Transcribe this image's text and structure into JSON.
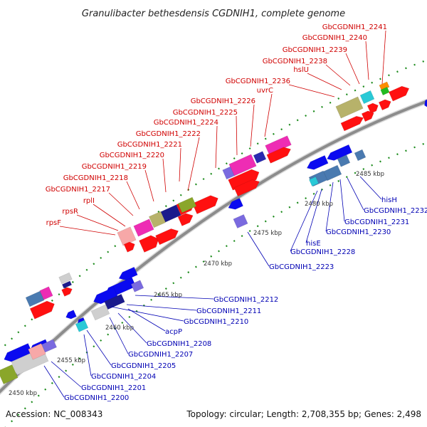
{
  "title": "Granulibacter bethesdensis CGDNIH1, complete genome",
  "footer": {
    "accession": "Accession: NC_008343",
    "summary": "Topology: circular; Length: 2,708,355 bp; Genes: 2,498"
  },
  "colors": {
    "forward_label": "#d00000",
    "reverse_label": "#0000b4",
    "forward_gene": "#ff0000",
    "reverse_gene": "#0a0af0",
    "backbone": "#8c8c8c",
    "tick": "#1a8a1a"
  },
  "scale_ticks": [
    {
      "label": "2450 kbp",
      "kbp": 2450
    },
    {
      "label": "2455 kbp",
      "kbp": 2455
    },
    {
      "label": "2460 kbp",
      "kbp": 2460
    },
    {
      "label": "2465 kbp",
      "kbp": 2465
    },
    {
      "label": "2470 kbp",
      "kbp": 2470
    },
    {
      "label": "2475 kbp",
      "kbp": 2475
    },
    {
      "label": "2480 kbp",
      "kbp": 2480
    },
    {
      "label": "2485 kbp",
      "kbp": 2485
    }
  ],
  "forward_labels": [
    "GbCGDNIH1_2241",
    "GbCGDNIH1_2240",
    "GbCGDNIH1_2239",
    "GbCGDNIH1_2238",
    "hslU",
    "GbCGDNIH1_2236",
    "uvrC",
    "GbCGDNIH1_2226",
    "GbCGDNIH1_2225",
    "GbCGDNIH1_2224",
    "GbCGDNIH1_2222",
    "GbCGDNIH1_2221",
    "GbCGDNIH1_2220",
    "GbCGDNIH1_2219",
    "GbCGDNIH1_2218",
    "GbCGDNIH1_2217",
    "rplI",
    "rpsR",
    "rpsF"
  ],
  "reverse_labels": [
    "hisH",
    "GbCGDNIH1_2232",
    "GbCGDNIH1_2231",
    "GbCGDNIH1_2230",
    "hisE",
    "GbCGDNIH1_2228",
    "GbCGDNIH1_2223",
    "GbCGDNIH1_2212",
    "GbCGDNIH1_2211",
    "GbCGDNIH1_2210",
    "acpP",
    "GbCGDNIH1_2208",
    "GbCGDNIH1_2207",
    "GbCGDNIH1_2205",
    "GbCGDNIH1_2204",
    "GbCGDNIH1_2201",
    "GbCGDNIH1_2200"
  ]
}
